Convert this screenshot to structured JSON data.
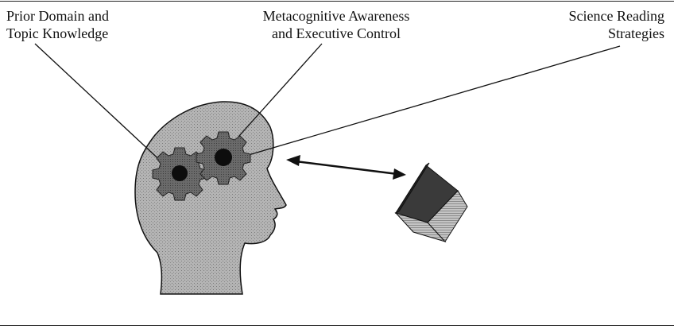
{
  "labels": {
    "prior_knowledge": {
      "line1": "Prior Domain and",
      "line2": "Topic Knowledge"
    },
    "metacognitive": {
      "line1": "Metacognitive Awareness",
      "line2": "and Executive Control"
    },
    "strategies": {
      "line1": "Science Reading",
      "line2": "Strategies"
    }
  },
  "icons": {
    "head": "head-silhouette-icon",
    "gear_left": "gear-icon",
    "gear_right": "gear-icon",
    "arrow": "double-headed-arrow-icon",
    "book": "book-icon"
  },
  "colors": {
    "ink": "#111111",
    "head_fill": "#a8a8a8",
    "gear_fill": "#5e5e5e",
    "gear_hub": "#0d0d0d",
    "book_cover": "#3a3a3a",
    "book_pages": "#b8b8b8"
  }
}
